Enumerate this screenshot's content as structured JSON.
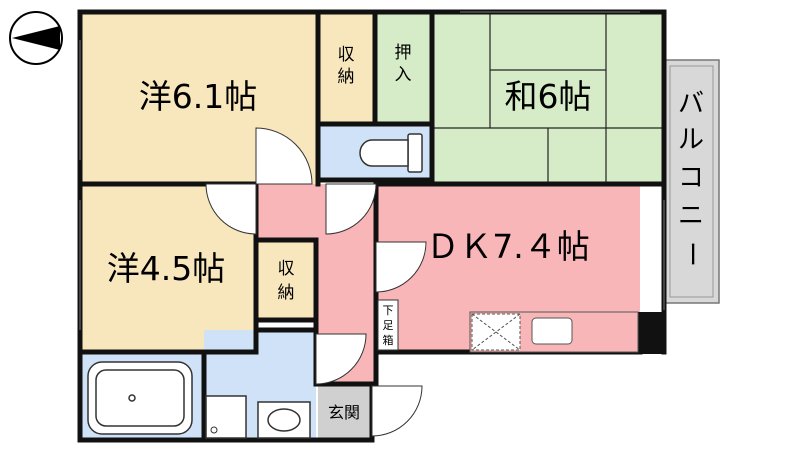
{
  "rooms": {
    "western_large": "洋6.1帖",
    "western_small": "洋4.5帖",
    "japanese": "和6帖",
    "dk": "ＤＫ7.４帖"
  },
  "storage": {
    "upper_line1": "収",
    "upper_line2": "納",
    "lower_line1": "収",
    "lower_line2": "納",
    "oshiire_line1": "押",
    "oshiire_line2": "入",
    "shoe_line1": "下",
    "shoe_line2": "足",
    "shoe_line3": "箱"
  },
  "entrance": "玄関",
  "balcony": [
    "バ",
    "ル",
    "コ",
    "ニ",
    "ー"
  ],
  "colors": {
    "western": "#f8e7bd",
    "japanese": "#d6ecc8",
    "dk": "#f9b6b8",
    "water": "#cfe2f7",
    "entrance": "#d0d0d0",
    "balcony": "#d8d8d8",
    "wall": "#111111"
  },
  "icons": [
    "compass-north-icon",
    "bathtub-icon",
    "sink-icon",
    "toilet-icon",
    "washer-icon",
    "kitchen-sink-icon"
  ]
}
